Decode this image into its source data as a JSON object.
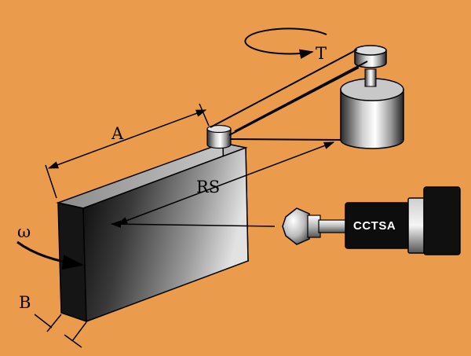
{
  "labels": {
    "torque": "T",
    "dimension_a": "A",
    "radius": "RS",
    "angular_velocity": "ω",
    "thickness": "B",
    "sensor": "CCTSA"
  },
  "colors": {
    "background": "#eb9b4c",
    "line": "#000000",
    "sensor_text": "#ffffff"
  }
}
